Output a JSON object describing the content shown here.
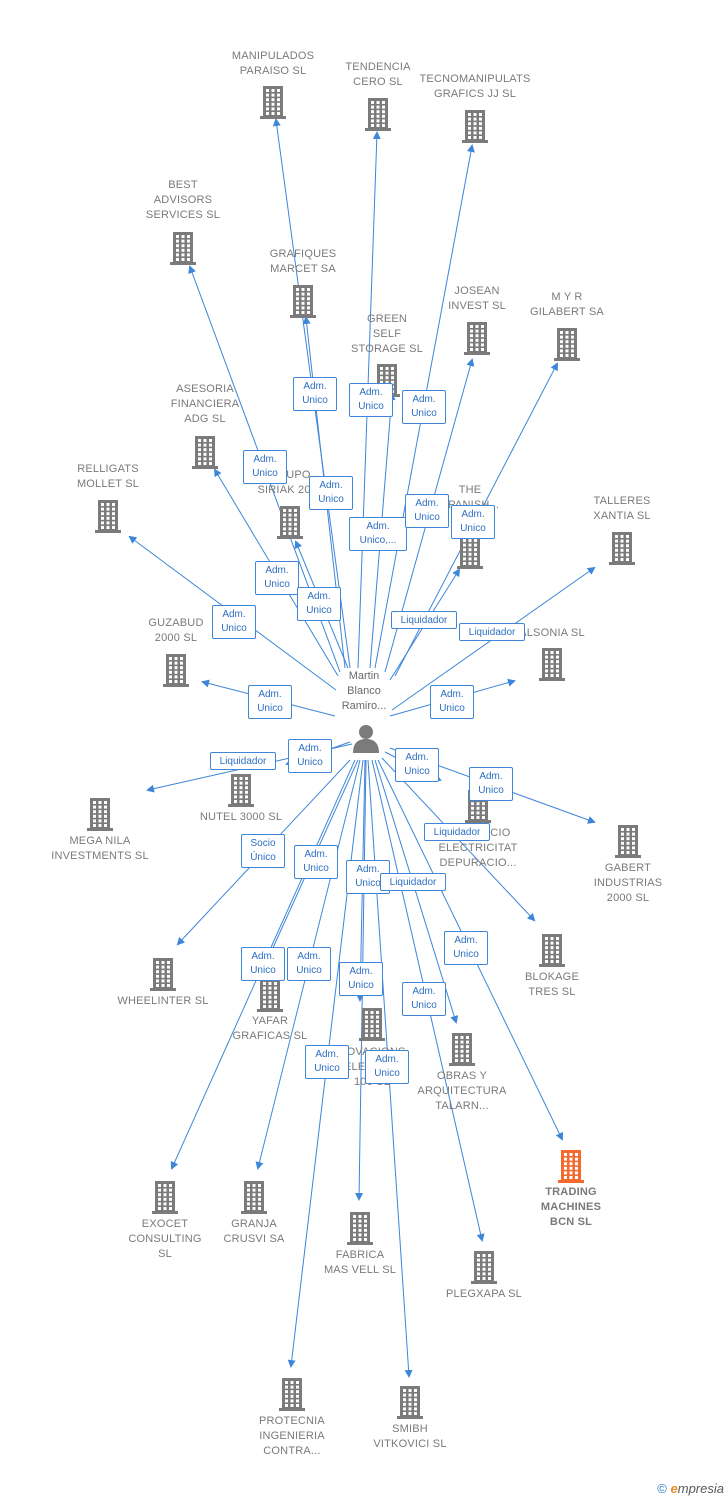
{
  "diagram": {
    "colors": {
      "edge": "#3d86d8",
      "icon": "#7b7b7b",
      "highlight": "#f26a2e",
      "text": "#7a7a7a"
    },
    "center": {
      "name": "Martin\nBlanco\nRamiro...",
      "icon": "person-icon"
    },
    "nodes": [
      {
        "id": "n1",
        "label": "MANIPULADOS\nPARAISO SL"
      },
      {
        "id": "n2",
        "label": "TENDENCIA\nCERO SL"
      },
      {
        "id": "n3",
        "label": "TECNOMANIPULATS\nGRAFICS JJ SL"
      },
      {
        "id": "n4",
        "label": "BEST\nADVISORS\nSERVICES SL"
      },
      {
        "id": "n5",
        "label": "GRAFIQUES\nMARCET SA"
      },
      {
        "id": "n6",
        "label": "GREEN\nSELF\nSTORAGE SL"
      },
      {
        "id": "n7",
        "label": "JOSEAN\nINVEST SL"
      },
      {
        "id": "n8",
        "label": "M Y R\nGILABERT SA"
      },
      {
        "id": "n9",
        "label": "ASESORIA\nFINANCIERA\nADG SL"
      },
      {
        "id": "n10",
        "label": "RELLIGATS\nMOLLET SL"
      },
      {
        "id": "n11",
        "label": "GRUPO\nSIRIAK 2011"
      },
      {
        "id": "n12",
        "label": "THE\nSPANISH..."
      },
      {
        "id": "n13",
        "label": "TALLERES\nXANTIA SL"
      },
      {
        "id": "n14",
        "label": "GUZABUD\n2000 SL"
      },
      {
        "id": "n15",
        "label": "ALSONIA SL"
      },
      {
        "id": "n16",
        "label": "MEGA NILA\nINVESTMENTS SL"
      },
      {
        "id": "n17",
        "label": "NUTEL 3000 SL"
      },
      {
        "id": "n18",
        "label": "EDIFICACIO\nELECTRICITAT\nDEPURACIO..."
      },
      {
        "id": "n19",
        "label": "GABERT\nINDUSTRIAS\n2000 SL"
      },
      {
        "id": "n20",
        "label": "WHEELINTER SL"
      },
      {
        "id": "n21",
        "label": "BLOKAGE\nTRES SL"
      },
      {
        "id": "n22",
        "label": "YAFAR\nGRAFICAS SL"
      },
      {
        "id": "n23",
        "label": "NOVACIONS\nELECTRIC\n100 SL"
      },
      {
        "id": "n24",
        "label": "OBRAS Y\nARQUITECTURA\nTALARN..."
      },
      {
        "id": "n25",
        "label": "TRADING\nMACHINES\nBCN  SL",
        "highlight": true
      },
      {
        "id": "n26",
        "label": "EXOCET\nCONSULTING\nSL"
      },
      {
        "id": "n27",
        "label": "GRANJA\nCRUSVI SA"
      },
      {
        "id": "n28",
        "label": "FABRICA\nMAS VELL SL"
      },
      {
        "id": "n29",
        "label": "PLEGXAPA SL"
      },
      {
        "id": "n30",
        "label": "PROTECNIA\nINGENIERIA\nCONTRA..."
      },
      {
        "id": "n31",
        "label": "SMIBH\nVITKOVICI SL"
      }
    ],
    "edge_labels": [
      "Adm.\nUnico",
      "Adm.\nUnico",
      "Adm.\nUnico",
      "Adm.\nUnico",
      "Adm.\nUnico",
      "Adm.\nUnico,...",
      "Adm.\nUnico",
      "Adm.\nUnico",
      "Adm.\nUnico",
      "Adm.\nUnico",
      "Liquidador",
      "Liquidador",
      "Adm.\nUnico",
      "Adm.\nUnico",
      "Adm.\nUnico",
      "Liquidador",
      "Adm.\nUnico",
      "Adm.\nUnico",
      "Adm.\nUnico",
      "Liquidador",
      "Socio\nÚnico",
      "Adm.\nUnico",
      "Adm.\nUnico",
      "Liquidador",
      "Adm.\nUnico",
      "Adm.\nUnico",
      "Adm.\nUnico",
      "Adm.\nUnico",
      "Adm.\nUnico",
      "Adm.\nUnico",
      "Adm.\nUnico"
    ],
    "footer": {
      "copyright": "©",
      "brand_e": "e",
      "brand_rest": "mpresia"
    }
  }
}
